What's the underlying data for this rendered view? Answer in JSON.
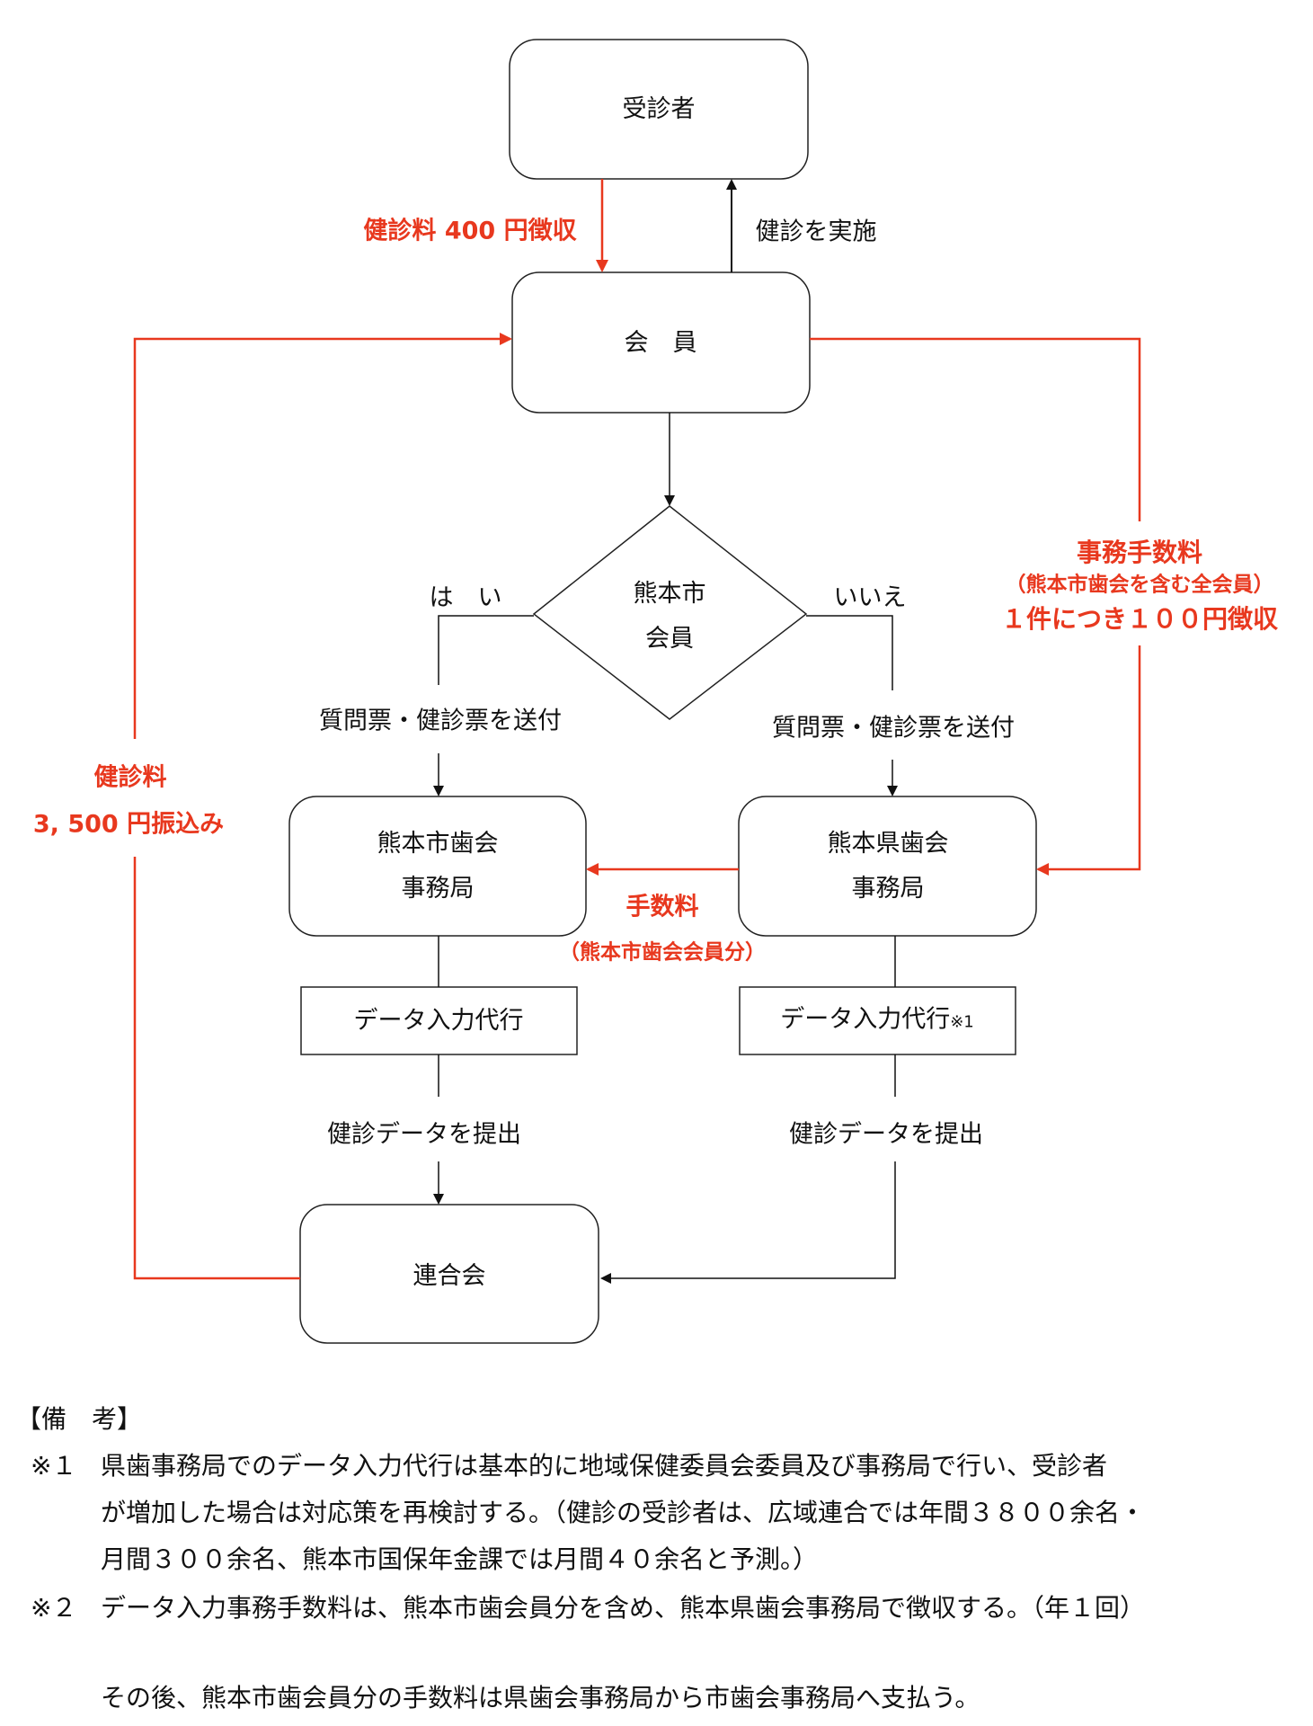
{
  "colors": {
    "accent_red": "#e8381e",
    "line_black": "#111111"
  },
  "nodes": {
    "patient": "受診者",
    "member": "会　員",
    "decision": [
      "熊本市",
      "会員"
    ],
    "city_office": [
      "熊本市歯会",
      "事務局"
    ],
    "pref_office": [
      "熊本県歯会",
      "事務局"
    ],
    "city_data_entry": "データ入力代行",
    "pref_data_entry": "データ入力代行",
    "pref_data_entry_note": "※1",
    "federation": "連合会"
  },
  "edges": {
    "fee_collect": "健診料 400 円徴収",
    "exam_done": "健診を実施",
    "yes": "は　い",
    "no": "いいえ",
    "send_forms_yes": "質問票・健診票を送付",
    "send_forms_no": "質問票・健診票を送付",
    "submit_data_left": "健診データを提出",
    "submit_data_right": "健診データを提出",
    "fee_transfer_1": "健診料",
    "fee_transfer_2": "3, 500 円振込み",
    "admin_fee_1": "事務手数料",
    "admin_fee_2": "（熊本市歯会を含む全会員）",
    "admin_fee_3": "１件につき１００円徴収",
    "handling_fee_1": "手数料",
    "handling_fee_2": "（熊本市歯会会員分）"
  },
  "notes": {
    "heading": "【備　考】",
    "items": [
      {
        "mark": "※１",
        "lines": [
          "県歯事務局でのデータ入力代行は基本的に地域保健委員会委員及び事務局で行い、受診者",
          "が増加した場合は対応策を再検討する。（健診の受診者は、広域連合では年間３８００余名・",
          "月間３００余名、熊本市国保年金課では月間４０余名と予測。）"
        ]
      },
      {
        "mark": "※２",
        "lines": [
          "データ入力事務手数料は、熊本市歯会員分を含め、熊本県歯会事務局で徴収する。（年１回）"
        ]
      }
    ],
    "footer": "その後、熊本市歯会員分の手数料は県歯会事務局から市歯会事務局へ支払う。"
  }
}
